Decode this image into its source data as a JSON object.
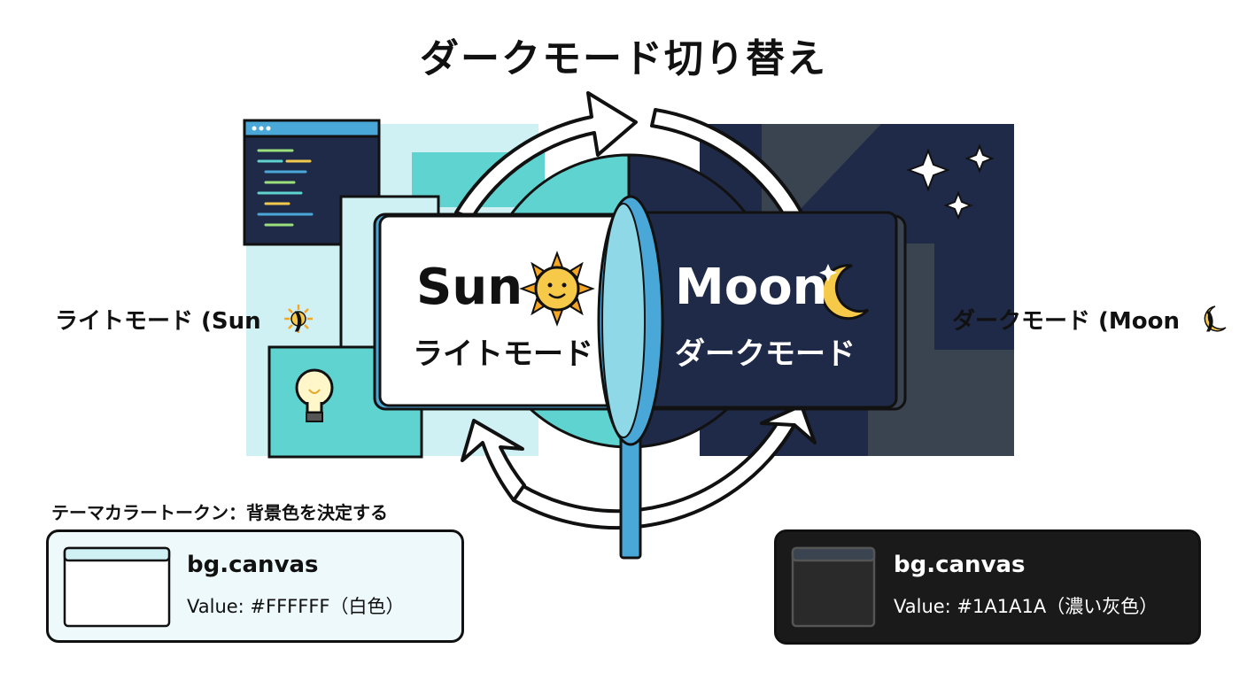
{
  "title": "ダークモード切り替え",
  "light": {
    "side_label_text": "ライトモード (Sun",
    "side_label_close": ")",
    "panel_word": "Sun",
    "panel_sub": "ライトモード",
    "icons": [
      "sun-icon",
      "lightbulb-icon",
      "code-window-icon"
    ]
  },
  "dark": {
    "side_label_text": "ダークモード (Moon",
    "side_label_close": ")",
    "panel_word": "Moon",
    "panel_sub": "ダークモード",
    "icons": [
      "moon-icon",
      "sparkle-icon"
    ]
  },
  "tokens": {
    "heading": "テーマカラートークン：背景色を決定する",
    "light_card": {
      "name": "bg.canvas",
      "value": "Value: #FFFFFF（白色）"
    },
    "dark_card": {
      "name": "bg.canvas",
      "value": "Value: #1A1A1A（濃い灰色）"
    }
  },
  "colors": {
    "light_accent": "#5FD3CF",
    "light_bg": "#CFF1F4",
    "dark_navy": "#1E2A47",
    "dark_slate": "#3A4350",
    "dark_card": "#1A1A1A",
    "blue_divider": "#4AA8D8"
  }
}
